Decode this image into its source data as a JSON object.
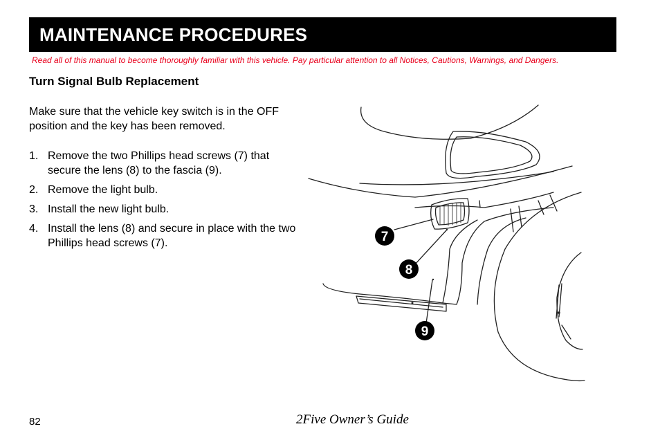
{
  "header": {
    "title": "MAINTENANCE PROCEDURES"
  },
  "notice": "Read all of this manual to become thoroughly familiar with this vehicle. Pay particular attention to all Notices, Cautions, Warnings, and Dangers.",
  "section": {
    "title": "Turn Signal Bulb Replacement",
    "intro": "Make sure that the vehicle key switch is in the OFF position and the key has been removed.",
    "steps": [
      {
        "num": "1.",
        "text": "Remove the two Phillips head screws (7) that secure the lens (8) to the fascia (9)."
      },
      {
        "num": "2.",
        "text": "Remove the light bulb."
      },
      {
        "num": "3.",
        "text": "Install the new light bulb."
      },
      {
        "num": "4.",
        "text": "Install the lens (8) and secure in place with the two Phillips head screws (7)."
      }
    ]
  },
  "figure": {
    "callouts": [
      "7",
      "8",
      "9"
    ],
    "colors": {
      "callout_fill": "#000000",
      "callout_text": "#ffffff",
      "line": "#222222"
    }
  },
  "footer": {
    "page_number": "82",
    "title": "2Five Owner’s Guide"
  },
  "colors": {
    "header_bg": "#000000",
    "header_text": "#ffffff",
    "notice": "#e8001c"
  }
}
